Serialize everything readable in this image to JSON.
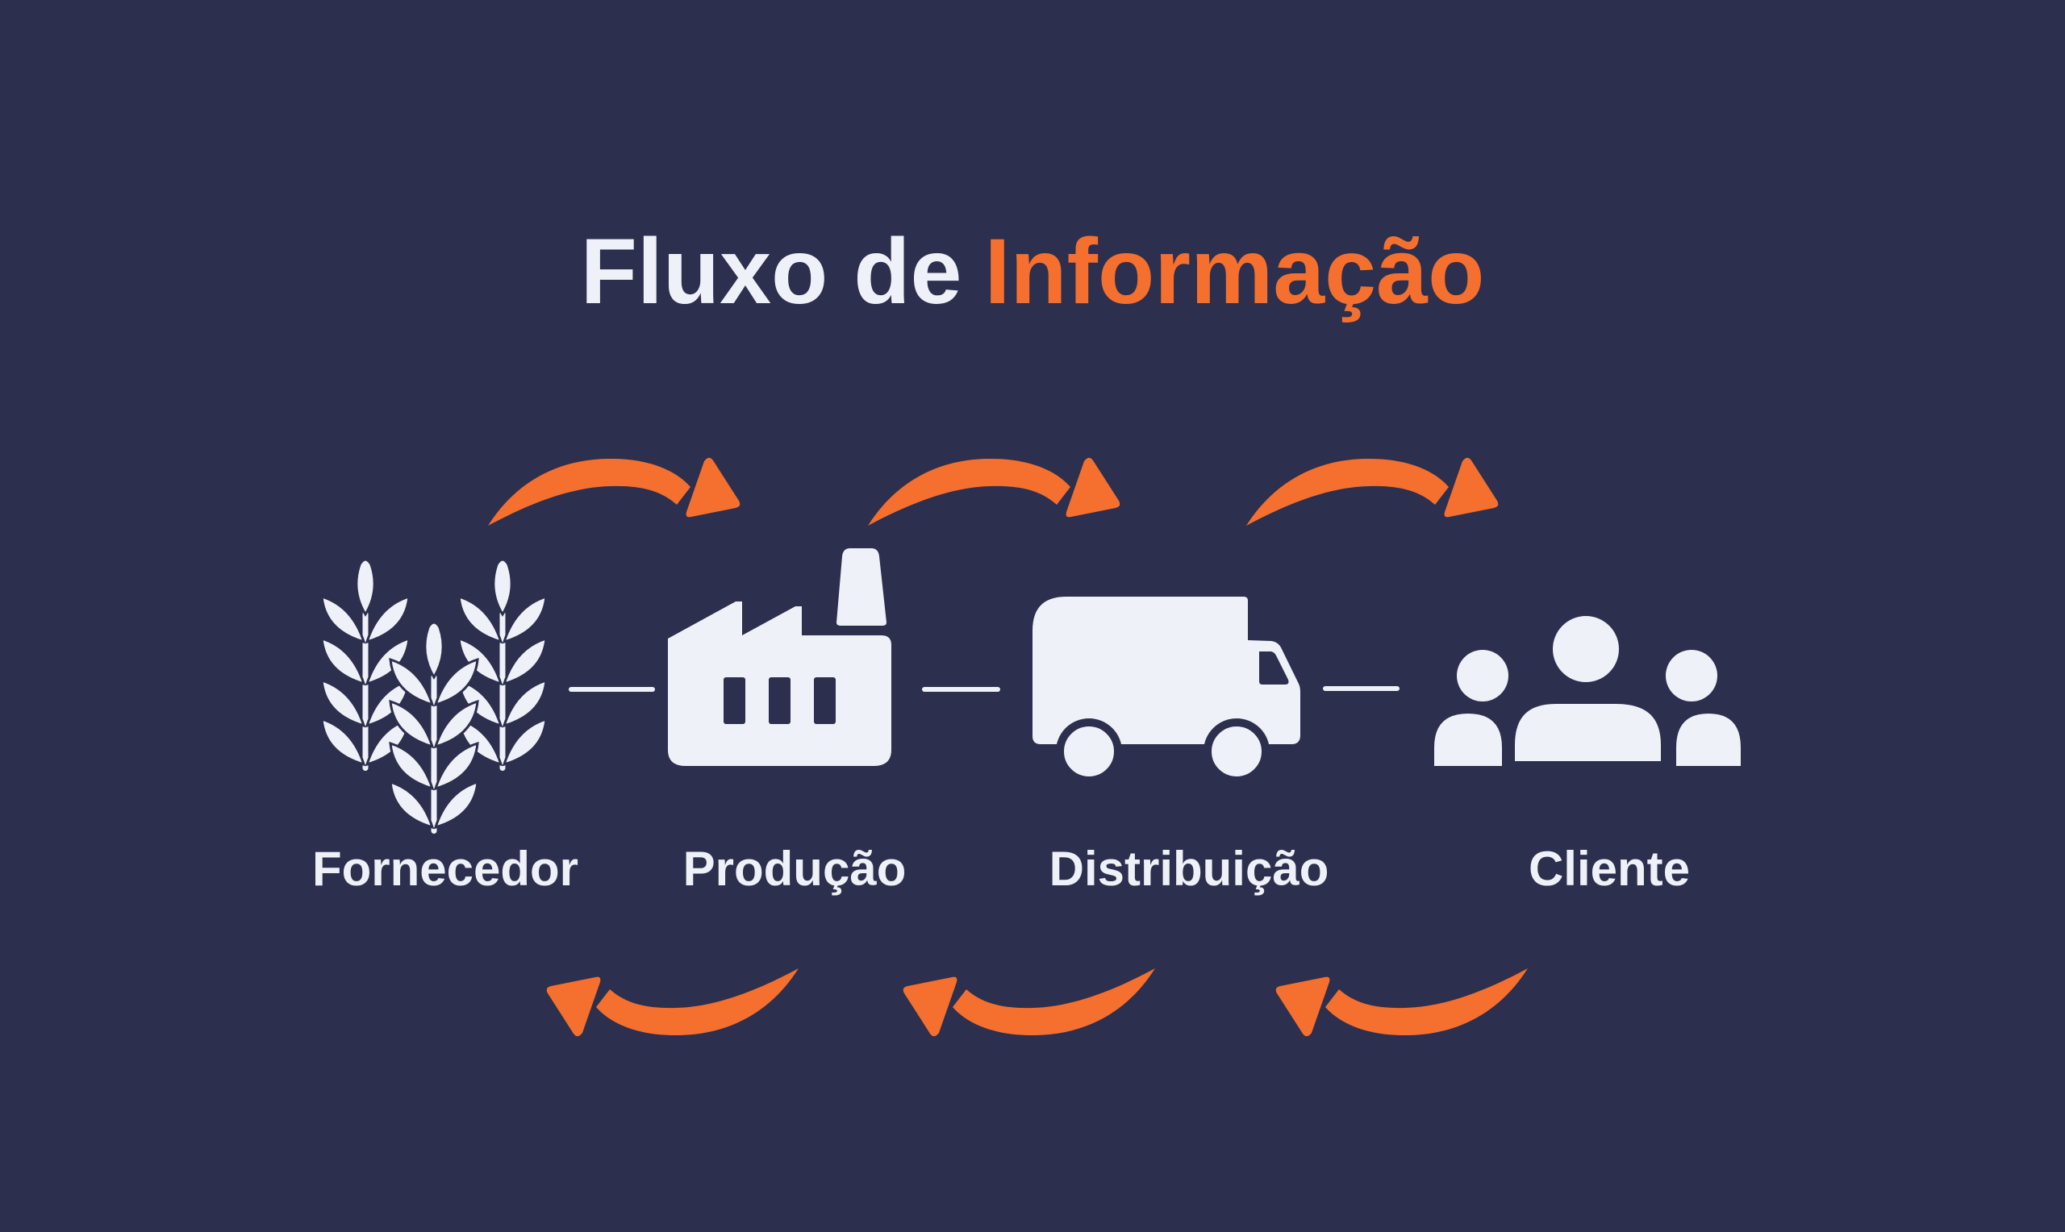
{
  "title": {
    "part1": "Fluxo de",
    "part2": "Informação"
  },
  "stages": [
    {
      "label": "Fornecedor",
      "icon": "wheat-grain-icon"
    },
    {
      "label": "Produção",
      "icon": "factory-icon"
    },
    {
      "label": "Distribuição",
      "icon": "delivery-truck-icon"
    },
    {
      "label": "Cliente",
      "icon": "customers-group-icon"
    }
  ],
  "arrows": {
    "top": {
      "count": 3,
      "direction": "right"
    },
    "bottom": {
      "count": 3,
      "direction": "left"
    }
  },
  "colors": {
    "bg": "#2c2f4d",
    "accent": "#f56f2e",
    "fg": "#eef1f7"
  }
}
